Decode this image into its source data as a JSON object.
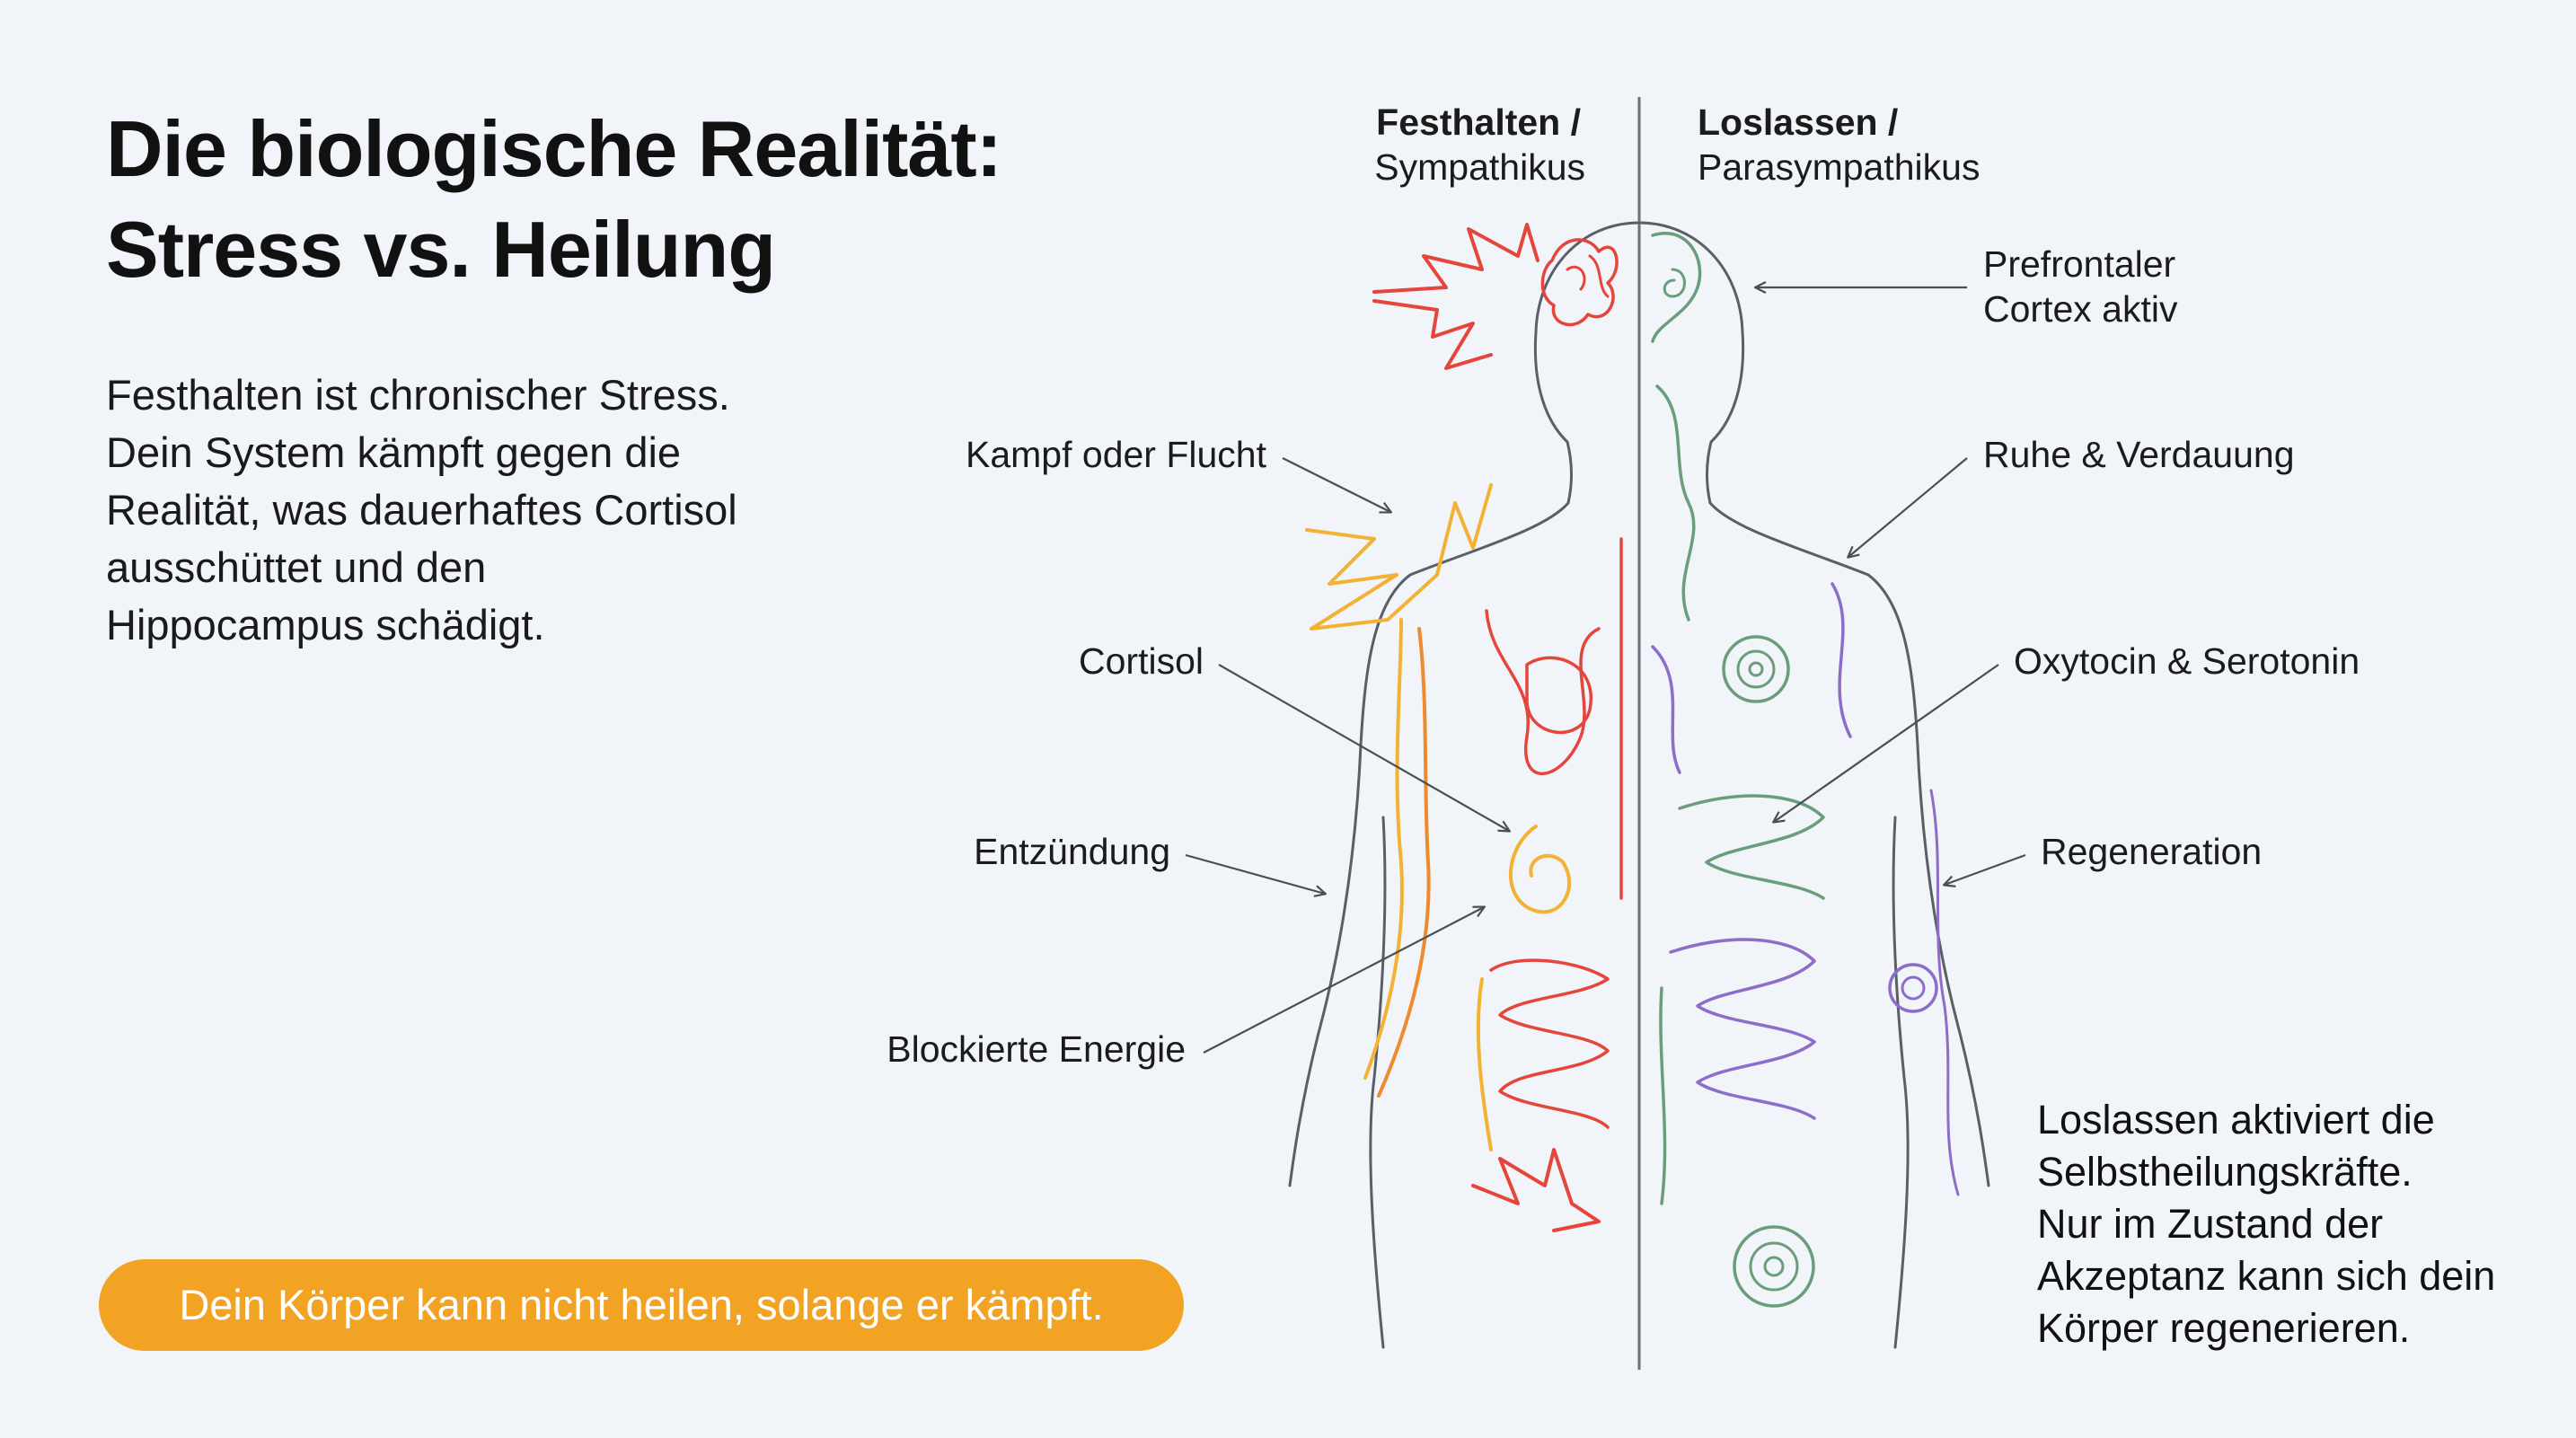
{
  "title": {
    "line1": "Die biologische Realität:",
    "line2": "Stress vs. Heilung"
  },
  "intro": {
    "lines": [
      "Festhalten ist chronischer Stress.",
      "Dein System kämpft gegen die",
      "Realität, was dauerhaftes Cortisol",
      "ausschüttet und den",
      "Hippocampus schädigt."
    ]
  },
  "callout": "Dein Körper kann nicht heilen, solange er kämpft.",
  "diagram": {
    "left_header": {
      "bold": "Festhalten /",
      "regular": "Sympathikus"
    },
    "right_header": {
      "bold": "Loslassen /",
      "regular": "Parasympathikus"
    },
    "left_labels": [
      "Kampf oder Flucht",
      "Cortisol",
      "Entzündung",
      "Blockierte Energie"
    ],
    "right_labels": {
      "prefrontal": [
        "Prefrontaler",
        "Cortex aktiv"
      ],
      "rest": "Ruhe & Verdauung",
      "hormones": "Oxytocin & Serotonin",
      "regeneration": "Regeneration"
    },
    "colors": {
      "stress_red": "#e5453a",
      "stress_orange": "#ef8a2e",
      "stress_yellow": "#f2b233",
      "calm_green": "#6a9d7c",
      "calm_purple": "#8e6cc9",
      "outline": "#5a5f66"
    }
  },
  "closing": {
    "lines": [
      "Loslassen aktiviert die",
      "Selbstheilungskräfte.",
      "Nur im Zustand der",
      "Akzeptanz kann sich dein",
      "Körper regenerieren."
    ]
  }
}
